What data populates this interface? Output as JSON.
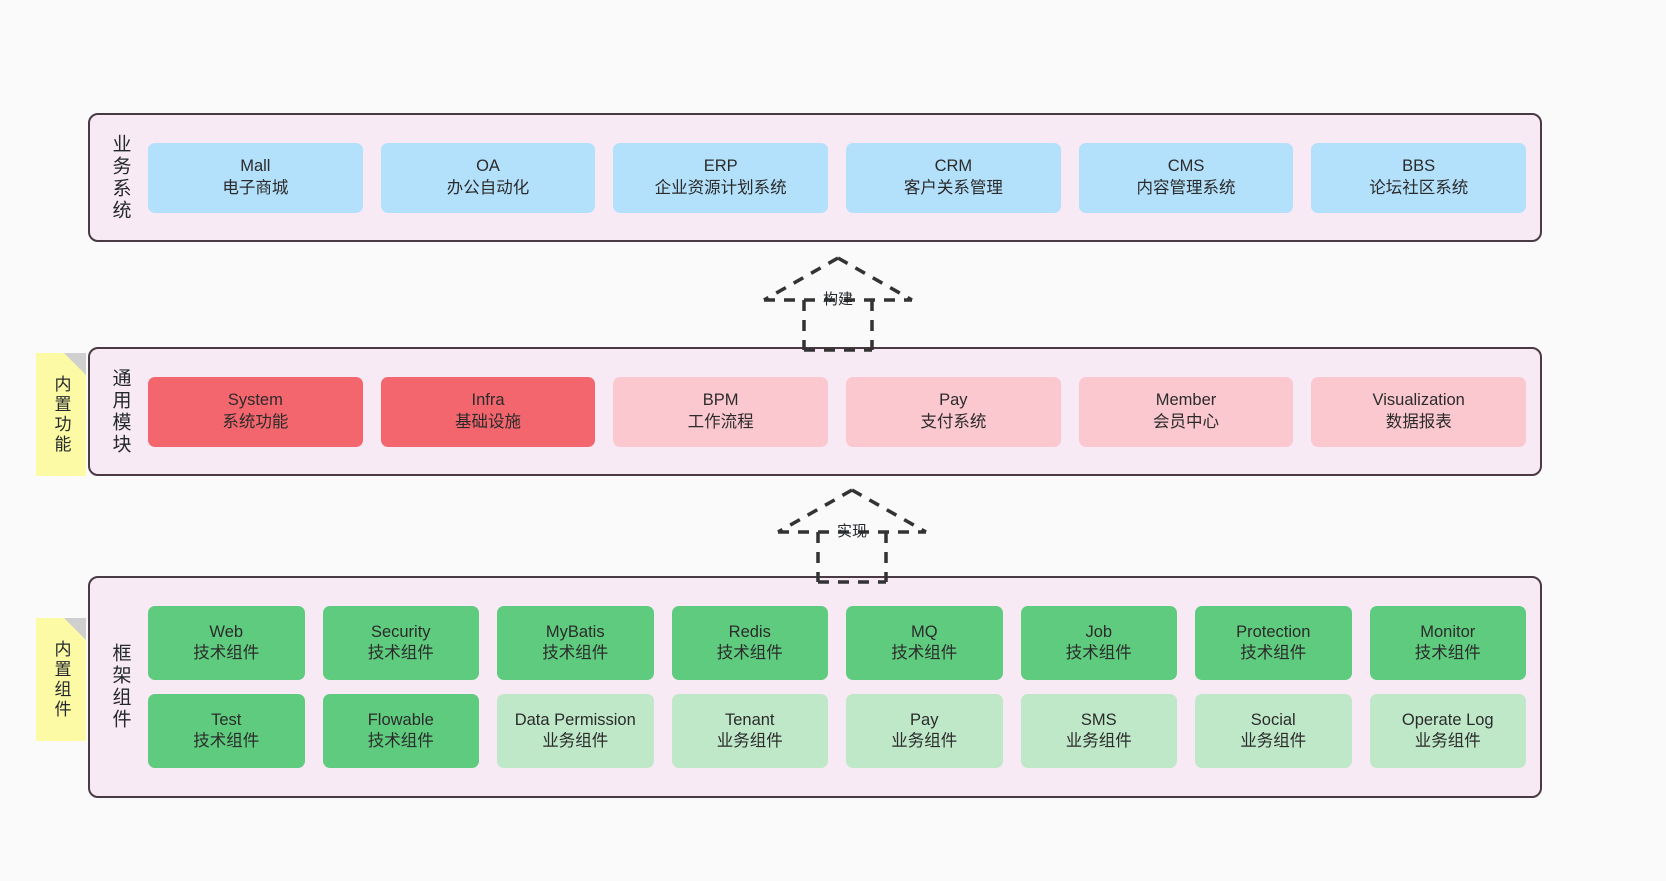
{
  "diagram": {
    "background_color": "#fafafa",
    "layer_fill": "#f8eaf4",
    "layer_border": "#4a3a44",
    "note_color": "#fcfaa4",
    "colors": {
      "business": "#b3e0fb",
      "module_core": "#f4666e",
      "module_optional": "#fbc8d0",
      "tech_component": "#5fcb7e",
      "biz_component": "#bfe8c9"
    }
  },
  "notes": [
    {
      "label": "内置功能"
    },
    {
      "label": "内置组件"
    }
  ],
  "arrows": [
    {
      "label": "构建"
    },
    {
      "label": "实现"
    }
  ],
  "layers": [
    {
      "title": "业务系统",
      "rows": [
        {
          "cards": [
            {
              "t1": "Mall",
              "t2": "电子商城",
              "color": "blue"
            },
            {
              "t1": "OA",
              "t2": "办公自动化",
              "color": "blue"
            },
            {
              "t1": "ERP",
              "t2": "企业资源计划系统",
              "color": "blue"
            },
            {
              "t1": "CRM",
              "t2": "客户关系管理",
              "color": "blue"
            },
            {
              "t1": "CMS",
              "t2": "内容管理系统",
              "color": "blue"
            },
            {
              "t1": "BBS",
              "t2": "论坛社区系统",
              "color": "blue"
            }
          ]
        }
      ]
    },
    {
      "title": "通用模块",
      "rows": [
        {
          "cards": [
            {
              "t1": "System",
              "t2": "系统功能",
              "color": "red"
            },
            {
              "t1": "Infra",
              "t2": "基础设施",
              "color": "red"
            },
            {
              "t1": "BPM",
              "t2": "工作流程",
              "color": "pink"
            },
            {
              "t1": "Pay",
              "t2": "支付系统",
              "color": "pink"
            },
            {
              "t1": "Member",
              "t2": "会员中心",
              "color": "pink"
            },
            {
              "t1": "Visualization",
              "t2": "数据报表",
              "color": "pink"
            }
          ]
        }
      ]
    },
    {
      "title": "框架组件",
      "rows": [
        {
          "cards": [
            {
              "t1": "Web",
              "t2": "技术组件",
              "color": "green"
            },
            {
              "t1": "Security",
              "t2": "技术组件",
              "color": "green"
            },
            {
              "t1": "MyBatis",
              "t2": "技术组件",
              "color": "green"
            },
            {
              "t1": "Redis",
              "t2": "技术组件",
              "color": "green"
            },
            {
              "t1": "MQ",
              "t2": "技术组件",
              "color": "green"
            },
            {
              "t1": "Job",
              "t2": "技术组件",
              "color": "green"
            },
            {
              "t1": "Protection",
              "t2": "技术组件",
              "color": "green"
            },
            {
              "t1": "Monitor",
              "t2": "技术组件",
              "color": "green"
            }
          ]
        },
        {
          "cards": [
            {
              "t1": "Test",
              "t2": "技术组件",
              "color": "green"
            },
            {
              "t1": "Flowable",
              "t2": "技术组件",
              "color": "green"
            },
            {
              "t1": "Data Permission",
              "t2": "业务组件",
              "color": "greenlight"
            },
            {
              "t1": "Tenant",
              "t2": "业务组件",
              "color": "greenlight"
            },
            {
              "t1": "Pay",
              "t2": "业务组件",
              "color": "greenlight"
            },
            {
              "t1": "SMS",
              "t2": "业务组件",
              "color": "greenlight"
            },
            {
              "t1": "Social",
              "t2": "业务组件",
              "color": "greenlight"
            },
            {
              "t1": "Operate Log",
              "t2": "业务组件",
              "color": "greenlight"
            }
          ]
        }
      ]
    }
  ]
}
